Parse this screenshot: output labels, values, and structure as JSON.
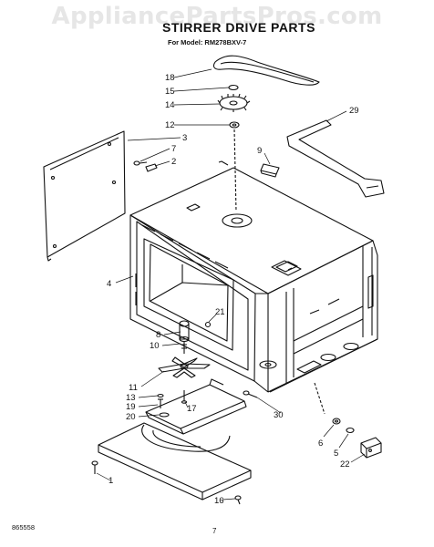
{
  "watermark": "AppliancePartsPros.com",
  "title": "STIRRER DRIVE PARTS",
  "subtitle": "For Model: RM278BXV-7",
  "callouts": [
    "18",
    "15",
    "14",
    "12",
    "3",
    "7",
    "2",
    "29",
    "9",
    "4",
    "8",
    "21",
    "10",
    "11",
    "13",
    "17",
    "19",
    "20",
    "30",
    "6",
    "5",
    "22",
    "1",
    "16"
  ],
  "footer": {
    "code": "865558",
    "page": "7"
  }
}
